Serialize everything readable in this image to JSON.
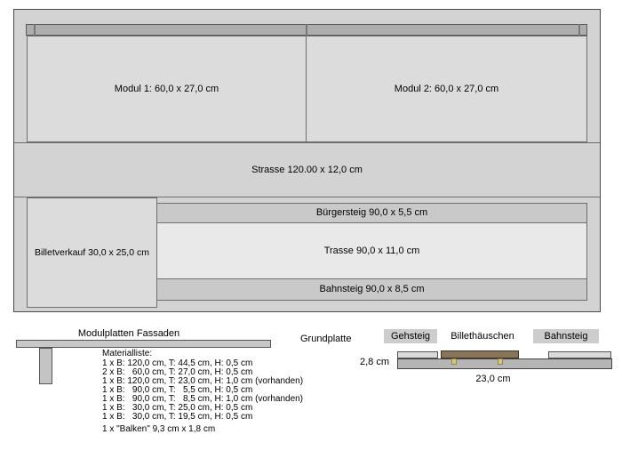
{
  "plan": {
    "modul1_label": "Modul 1: 60,0 x 27,0 cm",
    "modul2_label": "Modul 2: 60,0 x 27,0 cm",
    "strasse_label": "Strasse 120.00 x 12,0 cm",
    "buergersteig_label": "Bürgersteig 90,0 x 5,5  cm",
    "billetverkauf_label": "Billetverkauf 30,0 x 25,0 cm",
    "trasse_label": "Trasse 90,0 x 11,0 cm",
    "bahnsteig_label": "Bahnsteig 90,0 x 8,5 cm"
  },
  "elevation": {
    "fassaden_label": "Modulplatten Fassaden",
    "grundplatte_label": "Grundplatte",
    "gehsteig_label": "Gehsteig",
    "billethaeuschen_label": "Billethäuschen",
    "bahnsteig_label": "Bahnsteig",
    "height_dim": "2,8 cm",
    "width_dim": "23,0 cm"
  },
  "materials": {
    "title": "Materialliste:",
    "items": [
      "1 x B: 120,0 cm, T: 44,5 cm, H: 0,5 cm",
      "2 x B:   60,0 cm, T: 27,0 cm, H: 0,5 cm",
      "1 x B: 120,0 cm, T: 23,0 cm, H: 1,0 cm (vorhanden)",
      "1 x B:   90,0 cm, T:   5,5 cm, H: 0,5 cm",
      "1 x B:   90,0 cm, T:   8,5 cm, H: 1,0 cm (vorhanden)",
      "1 x B:   30,0 cm, T: 25,0 cm, H: 0,5 cm",
      "1 x B:   30,0 cm, T: 19,5 cm, H: 0,5 cm"
    ],
    "balken_note": "1 x \"Balken\" 9,3 cm x 1,8 cm"
  },
  "colors": {
    "frame_gray": "#d3d3d3",
    "batten_gray": "#aeaeae",
    "panel_gray": "#dcdcdc",
    "strip_gray": "#c9c9c9",
    "trasse_light": "#e9e9e9",
    "house_brown": "#8a7456",
    "leg_yellow": "#d6c878"
  }
}
